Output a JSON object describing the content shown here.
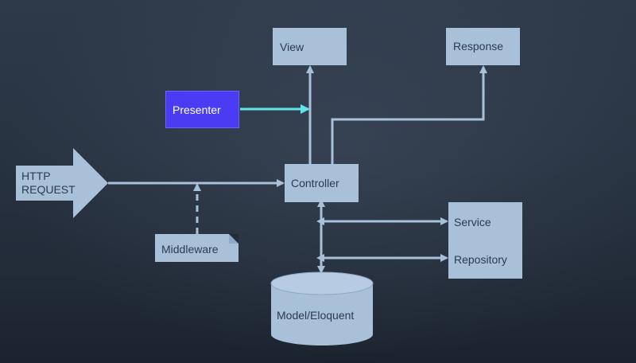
{
  "colors": {
    "box": "#a9c0d9",
    "box_text": "#2b3b4e",
    "presenter_fill": "#4a3cf2",
    "presenter_text": "#ffffff",
    "presenter_arrow": "#5fe6e6",
    "background": "#273241"
  },
  "nodes": {
    "view": "View",
    "response": "Response",
    "presenter": "Presenter",
    "http_request": "HTTP\nREQUEST",
    "controller": "Controller",
    "middleware": "Middleware",
    "service": "Service",
    "repository": "Repository",
    "model": "Model/Eloquent"
  }
}
